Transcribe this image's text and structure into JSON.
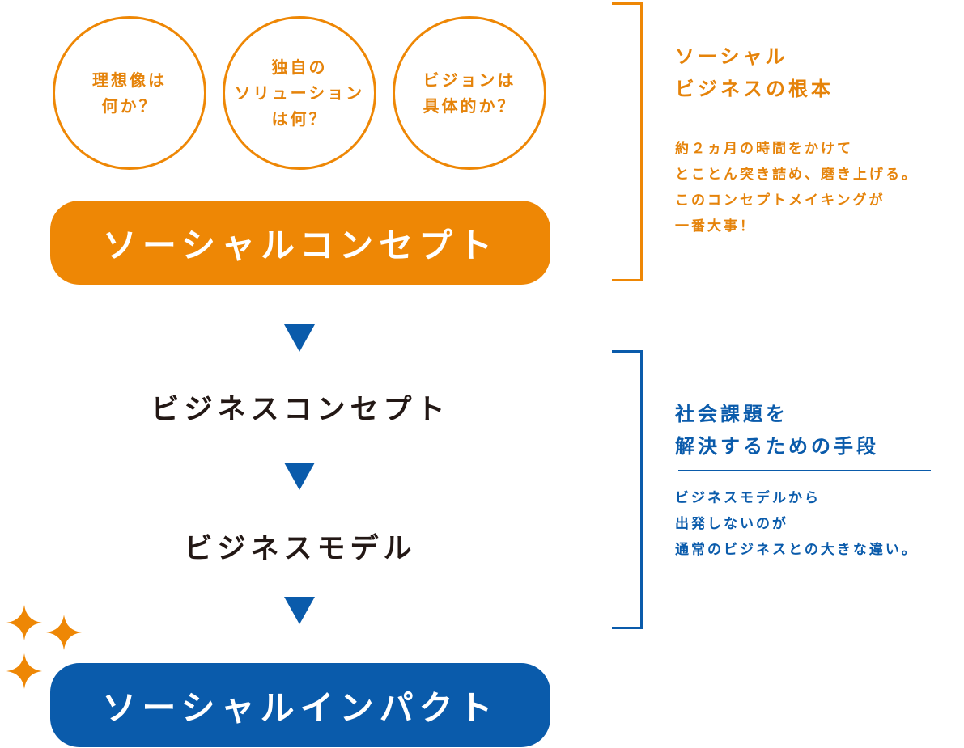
{
  "colors": {
    "orange": "#ee8705",
    "blue": "#0a5bab",
    "dark": "#231815"
  },
  "questions": [
    {
      "lines": [
        "理想像は",
        "何か？"
      ]
    },
    {
      "lines": [
        "独自の",
        "ソリューション",
        "は何？"
      ]
    },
    {
      "lines": [
        "ビジョンは",
        "具体的か？"
      ]
    }
  ],
  "flow": {
    "social_concept": "ソーシャルコンセプト",
    "business_concept": "ビジネスコンセプト",
    "business_model": "ビジネスモデル",
    "social_impact": "ソーシャルインパクト"
  },
  "note_top": {
    "title_lines": [
      "ソーシャル",
      "ビジネスの根本"
    ],
    "body_lines": [
      "約２ヵ月の時間をかけて",
      "とことん突き詰め、磨き上げる。",
      "このコンセプトメイキングが",
      "一番大事！"
    ]
  },
  "note_bottom": {
    "title_lines": [
      "社会課題を",
      "解決するための手段"
    ],
    "body_lines": [
      "ビジネスモデルから",
      "出発しないのが",
      "通常のビジネスとの大きな違い。"
    ]
  },
  "icons": [
    "sparkle-icon",
    "down-triangle-icon"
  ]
}
